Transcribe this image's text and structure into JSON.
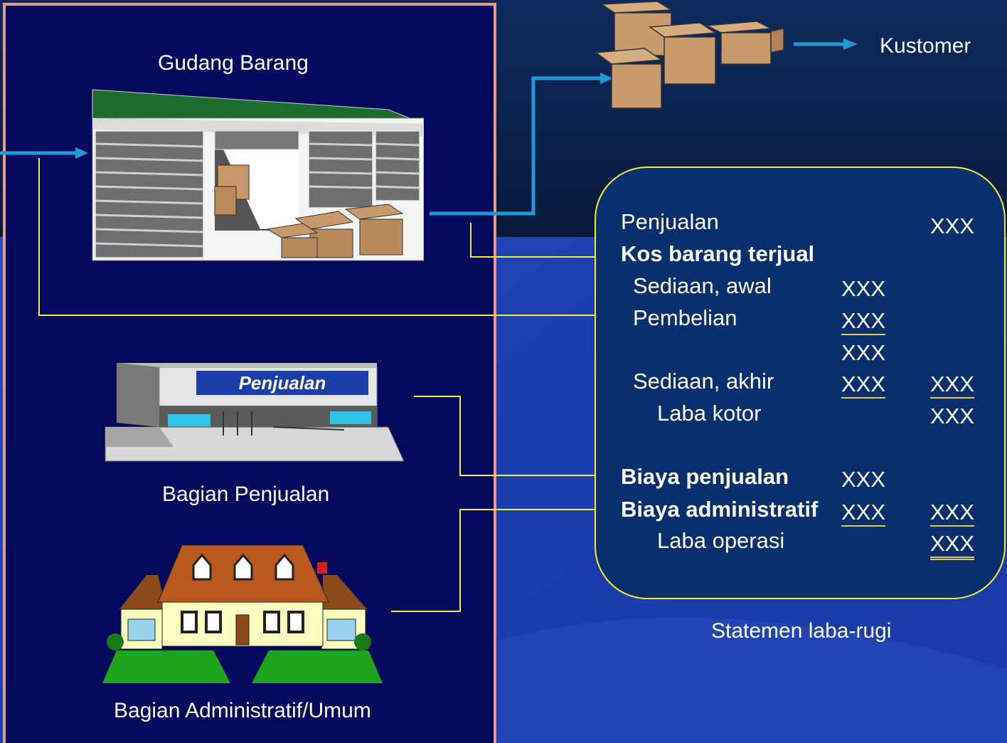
{
  "labels": {
    "gudang": "Gudang Barang",
    "kustomer": "Kustomer",
    "bagian_penjualan": "Bagian Penjualan",
    "bagian_admin": "Bagian Administratif/Umum",
    "statement_caption": "Statemen laba-rugi",
    "banner": "Penjualan"
  },
  "statement": {
    "penjualan": "Penjualan",
    "kos": "Kos barang terjual",
    "sediaan_awal": "Sediaan, awal",
    "pembelian": "Pembelian",
    "sediaan_akhir": "Sediaan, akhir",
    "laba_kotor": "Laba kotor",
    "biaya_penjualan": "Biaya penjualan",
    "biaya_admin": "Biaya administratif",
    "laba_operasi": "Laba operasi",
    "placeholder": "XXX"
  },
  "colors": {
    "panel": "#030a5e",
    "panel_border": "#e89a86",
    "statement_fill": "#0a2f6e",
    "statement_border": "#f2ee38",
    "arrow_blue": "#1e9ad6",
    "connector_yellow": "#f2ee38",
    "underline": "#e8c84a"
  }
}
